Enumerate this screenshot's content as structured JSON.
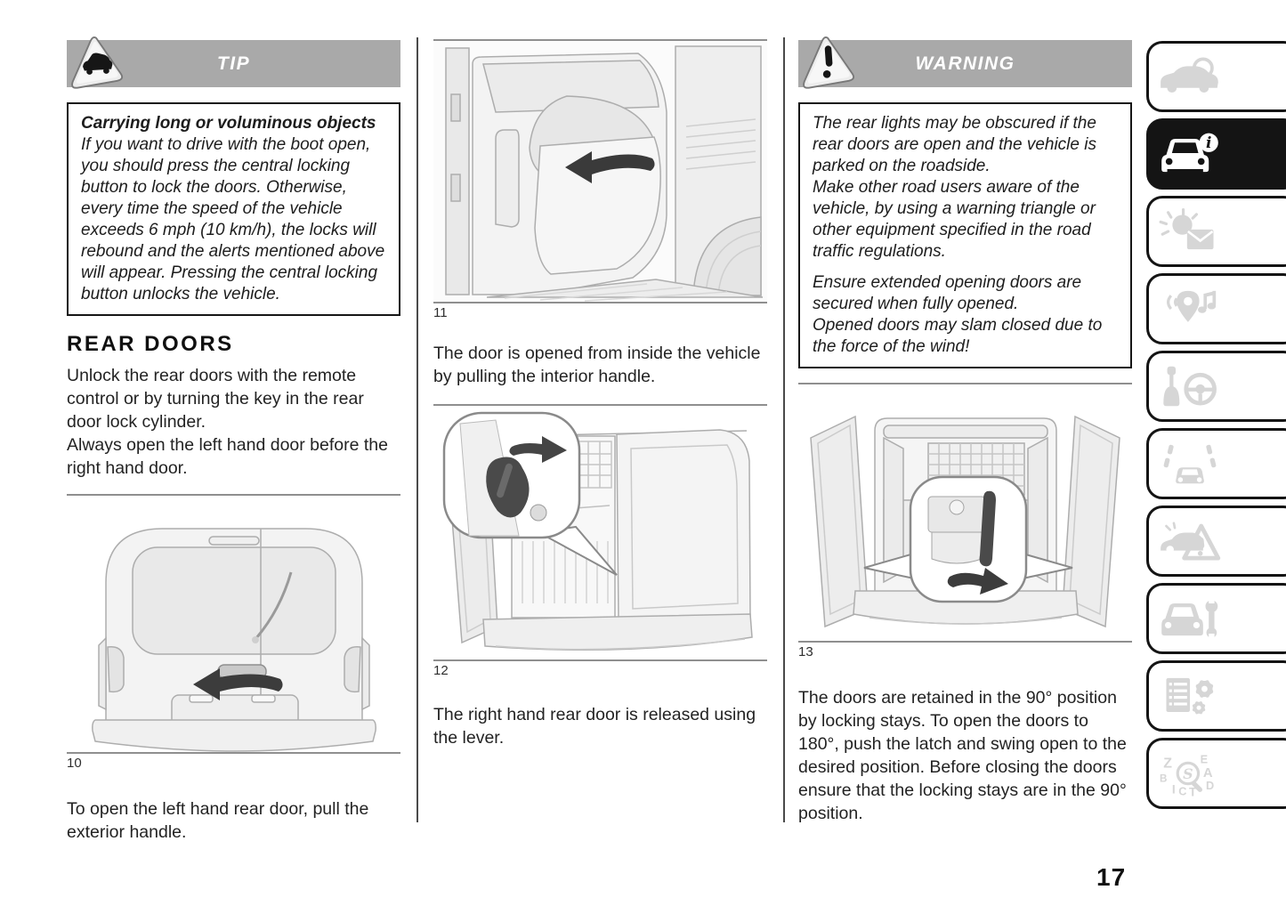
{
  "page_number": "17",
  "colors": {
    "header_bar": "#a9a9a9",
    "active_tab": "#141414",
    "inactive_icon": "#d6d6d6",
    "divider": "#4a4a4a"
  },
  "tip": {
    "icon": "car-sign-triangle-icon",
    "header": "TIP",
    "title": "Carrying long or voluminous objects",
    "body": "If you want to drive with the boot open, you should press the central locking button to lock the doors. Otherwise, every time the speed of the vehicle exceeds 6 mph (10 km/h), the locks will rebound and the alerts mentioned above will appear. Pressing the central locking button unlocks the vehicle."
  },
  "rear_doors": {
    "heading": "REAR DOORS",
    "intro_line1": "Unlock the rear doors with the remote control or by turning the key in the rear door lock cylinder.",
    "intro_line2": "Always open the left hand door before the right hand door.",
    "figure10_label": "10",
    "after_figure_text": "To open the left hand rear door, pull the exterior handle."
  },
  "middle_column": {
    "figure11_label": "11",
    "caption11": "The door is opened from inside the vehicle by pulling the interior handle.",
    "figure12_label": "12",
    "caption12": "The right hand rear door is released using the lever."
  },
  "warning": {
    "icon": "exclamation-triangle-icon",
    "header": "WARNING",
    "para1_line1": "The rear lights may be obscured if the rear doors are open and the vehicle is parked on the roadside.",
    "para1_line2": "Make other road users aware of the vehicle, by using a warning triangle or other equipment specified in the road traffic regulations.",
    "para2_line1": "Ensure extended opening doors are secured when fully opened.",
    "para2_line2": "Opened doors may slam closed due to the force of the wind!",
    "figure13_label": "13",
    "after_figure_text": "The doors are retained in the 90° position by locking stays. To open the doors to 180°, push the latch and swing open to the desired position. Before closing the doors ensure that the locking stays are in the 90° position."
  },
  "sidebar": {
    "tabs": [
      {
        "icon": "car-search-icon",
        "active": false
      },
      {
        "icon": "car-info-icon",
        "active": true
      },
      {
        "icon": "warning-lights-messages-icon",
        "active": false
      },
      {
        "icon": "navigation-multimedia-icon",
        "active": false
      },
      {
        "icon": "gearstick-steering-icon",
        "active": false
      },
      {
        "icon": "driving-assistance-icon",
        "active": false
      },
      {
        "icon": "emergency-triangle-icon",
        "active": false
      },
      {
        "icon": "car-wrench-service-icon",
        "active": false
      },
      {
        "icon": "technical-data-icon",
        "active": false
      },
      {
        "icon": "index-search-icon",
        "active": false
      }
    ]
  }
}
